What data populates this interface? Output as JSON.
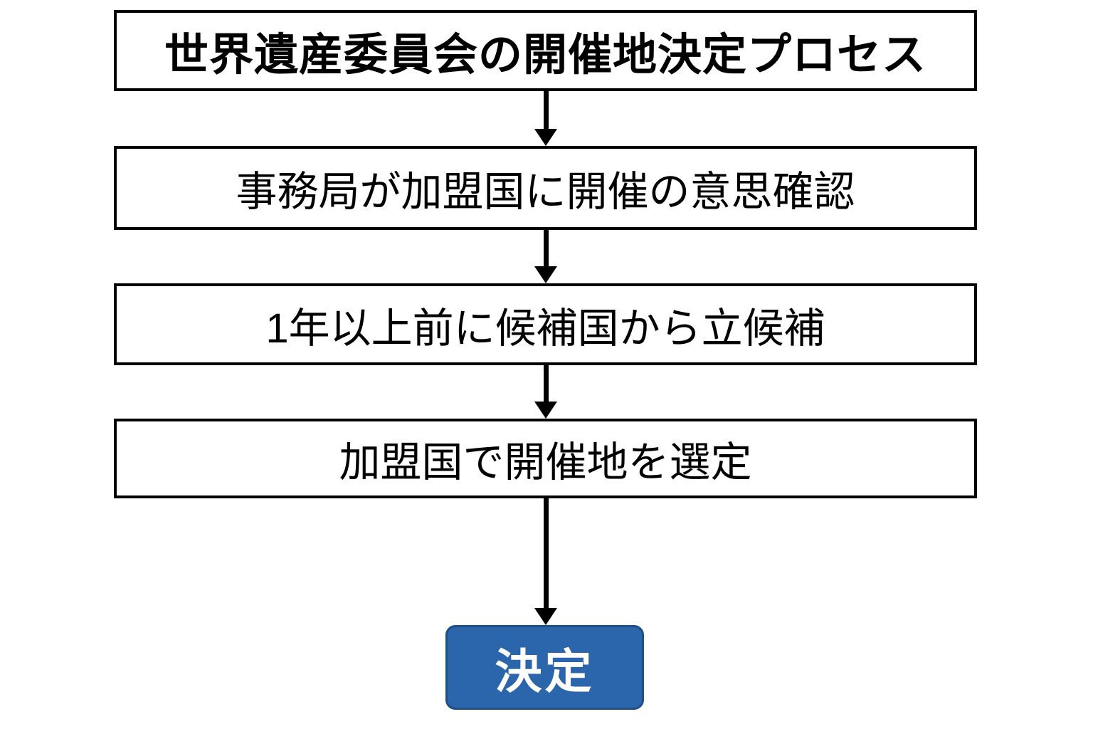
{
  "diagram": {
    "title": "世界遺産委員会の開催地決定プロセス",
    "steps": [
      {
        "label": "事務局が加盟国に開催の意思確認"
      },
      {
        "label": "1年以上前に候補国から立候補"
      },
      {
        "label": "加盟国で開催地を選定"
      }
    ],
    "result": {
      "label": "決定"
    },
    "colors": {
      "box_border": "#000000",
      "box_fill": "#ffffff",
      "text": "#000000",
      "arrow": "#000000",
      "result_fill": "#2B66AD",
      "result_border": "#1E4F85",
      "result_text": "#ffffff"
    }
  }
}
